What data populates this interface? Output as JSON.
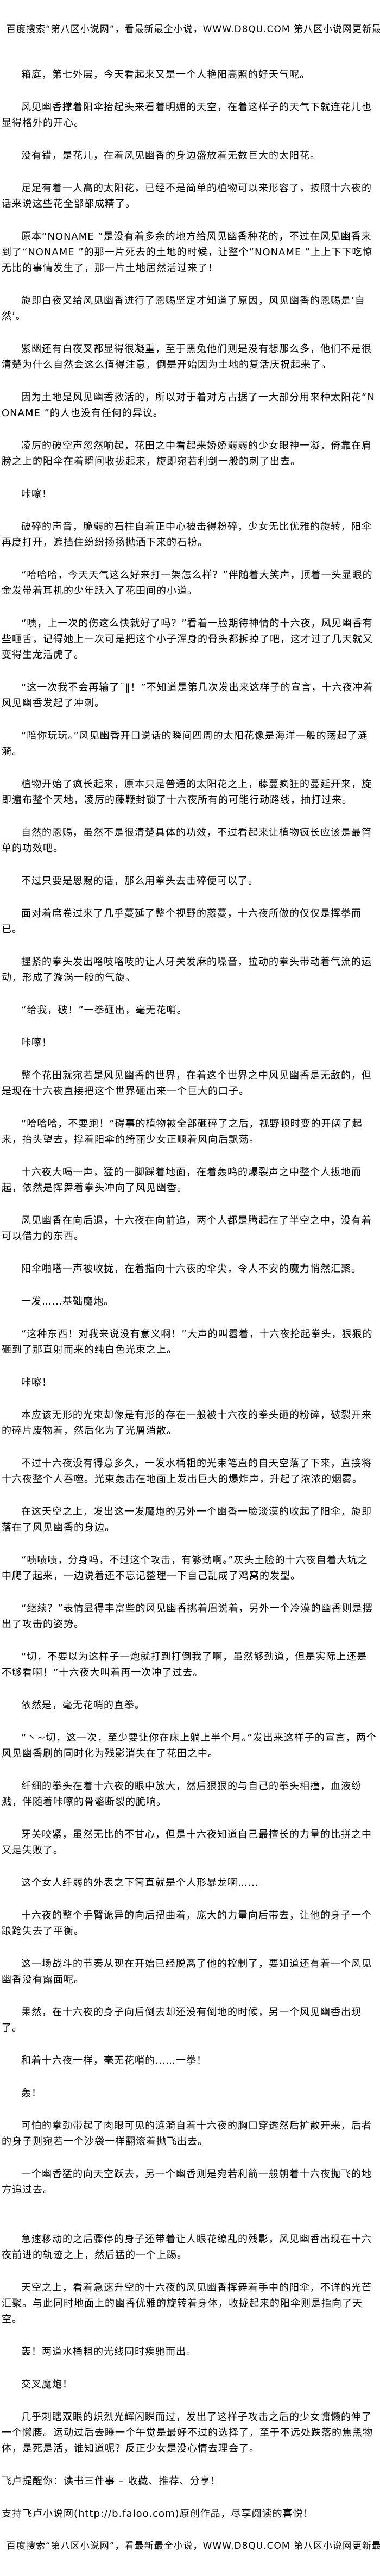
{
  "banner": "百度搜索“第八区小说网”，看最新最全小说，WWW.D8QU.COM  第八区小说网更新最快!",
  "paragraphs": [
    "箱庭，第七外层，今天看起来又是一个人艳阳高照的好天气呢。",
    "风见幽香撑着阳伞抬起头来看着明媚的天空，在着这样子的天气下就连花儿也显得格外的开心。",
    "没有错，是花儿，在着风见幽香的身边盛放着无数巨大的太阳花。",
    "足足有着一人高的太阳花，已经不是简单的植物可以来形容了，按照十六夜的话来说这些花全部都成精了。",
    "原本“NONAME ”是没有着多余的地方给风见幽香种花的，不过在风见幽香来到了“NONAME ”的那一片死去的土地的时候，让整个“NONAME ”上上下下吃惊无比的事情发生了，那一片土地居然活过来了！",
    "旋即白夜叉给风见幽香进行了恩赐坚定才知道了原因，风见幽香的恩赐是‘自然’。",
    "紫幽还有白夜叉都显得很凝重，至于黑兔他们则是没有想那么多，他们不是很清楚为什么自然会这么值得注意，倒是开始因为土地的复活庆祝起来了。",
    "因为土地是风见幽香救活的，所以对于着对方占据了一大部分用来种太阳花“NONAME ”的人也没有任何的异议。",
    "凌厉的破空声忽然响起，花田之中看起来娇娇弱弱的少女眼神一凝，倚靠在肩膀之上的阳伞在着瞬间收拢起来，旋即宛若利剑一般的刺了出去。",
    "咔嚓！",
    "破碎的声音，脆弱的石柱自着正中心被击得粉碎，少女无比优雅的旋转，阳伞再度打开，遮挡住纷纷扬扬抛洒下来的石粉。",
    "“哈哈哈，今天天气这么好来打一架怎么样？”伴随着大笑声，顶着一头显眼的金发带着耳机的少年跃入了花田间的小道。",
    "“啧，上一次的伤这么快就好了吗？”看着一脸期待神情的十六夜，风见幽香有些咂舌，记得她上一次可是把这个小子浑身的骨头都拆掉了吧，这才过了几天就又变得生龙活虎了。",
    "“这一次我不会再输了¨‖！”不知道是第几次发出来这样子的宣言，十六夜冲着风见幽香发起了冲刺。",
    "“陪你玩玩。”风见幽香开口说话的瞬间四周的太阳花像是海洋一般的荡起了涟漪。",
    "植物开始了疯长起来，原本只是普通的太阳花之上，藤蔓疯狂的蔓延开来，旋即遍布整个天地，凌厉的藤鞭封锁了十六夜所有的可能行动路线，抽打过来。",
    "自然的恩赐，虽然不是很清楚具体的功效，不过看起来让植物疯长应该是最简单的功效吧。",
    "不过只要是恩赐的话，那么用拳头去击碎便可以了。",
    "面对着席卷过来了几乎蔓延了整个视野的藤蔓，十六夜所做的仅仅是挥拳而已。",
    "捏紧的拳头发出咯吱咯吱的让人牙关发麻的噪音，拉动的拳头带动着气流的运动，形成了漩涡一般的气旋。",
    "“给我，破！”一拳砸出，毫无花哨。",
    "咔嚓！",
    "整个花田就宛若是风见幽香的世界，在着这个世界之中风见幽香是无敌的，但是现在十六夜直接把这个世界砸出来一个巨大的口子。",
    "“哈哈哈，不要跑！”碍事的植物被全部砸碎了之后，视野顿时变的开阔了起来，抬头望去，撑着阳伞的绮丽少女正顺着风向后飘荡。",
    "十六夜大喝一声，猛的一脚踩着地面，在着轰鸣的爆裂声之中整个人拔地而起，依然是挥舞着拳头冲向了风见幽香。",
    "风见幽香在向后退，十六夜在向前追，两个人都是腾起在了半空之中，没有着可以借力的东西。",
    "阳伞啪嗒一声被收拢，在着指向十六夜的伞尖，令人不安的魔力悄然汇聚。",
    "一发……基础魔炮。",
    "“这种东西！对我来说没有意义啊！”大声的叫嚣着，十六夜抡起拳头，狠狠的砸到了那直射而来的纯白色光束之上。",
    "咔嚓！",
    "本应该无形的光束却像是有形的存在一般被十六夜的拳头砸的粉碎，破裂开来的碎片废物着，然后化为了光屑消散。",
    "不过十六夜没有得意多久，一发水桶粗的光束笔直的自天空落了下来，直接将十六夜整个人吞噬。光束轰击在地面上发出巨大的爆炸声，升起了浓浓的烟雾。",
    "在这天空之上，发出这一发魔炮的另外一个幽香一脸淡漠的收起了阳伞，旋即落在了风见幽香的身边。",
    "“啧啧啧，分身吗，不过这个攻击，有够劲啊。”灰头土脸的十六夜自着大坑之中爬了起来，一边说着还不忘记整理一下自己乱成了鸡窝的发型。",
    "“继续？”表情显得丰富些的风见幽香挑着眉说着，另外一个冷漠的幽香则是摆出了攻击的姿势。",
    "“切，不要以为这样子一炮就打到打倒我了啊，虽然够劲道，但是实际上还是不够看啊！”十六夜大叫着再一次冲了过去。",
    "依然是，毫无花哨的直拳。",
    "“丶~切，这一次，至少要让你在床上躺上半个月。”发出来这样子的宣言，两个风见幽香刷的同时化为残影消失在了花田之中。",
    "纤细的拳头在着十六夜的眼中放大，然后狠狠的与自己的拳头相撞，血液纷溅，伴随着咔嚓的骨骼断裂的脆响。",
    "牙关咬紧，虽然无比的不甘心，但是十六夜知道自己最擅长的力量的比拼之中又是失败了。",
    "这个女人纤弱的外表之下简直就是个人形暴龙啊……",
    "十六夜的整个手臂诡异的向后扭曲着，庞大的力量向后带去，让他的身子一个踉跄失去了平衡。",
    "这一场战斗的节奏从现在开始已经脱离了他的控制了，要知道还有着一个风见幽香没有露面呢。",
    "果然，在十六夜的身子向后倒去却还没有倒地的时候，另一个风见幽香出现了。",
    "和着十六夜一样，毫无花哨的……一拳！",
    "轰！",
    "可怕的拳劲带起了肉眼可见的涟漪自着十六夜的胸口穿透然后扩散开来，后者的身子则宛若一个沙袋一样翻滚着抛飞出去。",
    "一个幽香猛的向天空跃去，另一个幽香则是宛若利箭一般朝着十六夜抛飞的地方追过去。",
    "急速移动的之后骤停的身子还带着让人眼花缭乱的残影，风见幽香出现在十六夜前进的轨迹之上，然后猛的一个上踢。",
    "天空之上，看着急速升空的十六夜的风见幽香挥舞着手中的阳伞，不详的光芒汇聚。与此同时地面上的幽香优雅的旋转着身体，收拢起来的阳伞则是指向了天空。",
    "轰！两道水桶粗的光线同时疾驰而出。",
    "交叉魔炮！",
    "几乎刺瞎双眼的炽烈光辉闪瞬而过，发出了这样子攻击之后的少女慵懒的伸了一个懒腰。运动过后去睡一个午觉是最好不过的选择了，至于不远处跌落的焦黑物体，是死是活，谁知道呢？反正少女是没心情去理会了。"
  ],
  "footer": {
    "reminder": "飞卢提醒你：读书三件事 – 收藏、推荐、分享！",
    "support": "支持飞卢小说网(http://b.faloo.com)原创作品，尽享阅读的喜悦！"
  }
}
